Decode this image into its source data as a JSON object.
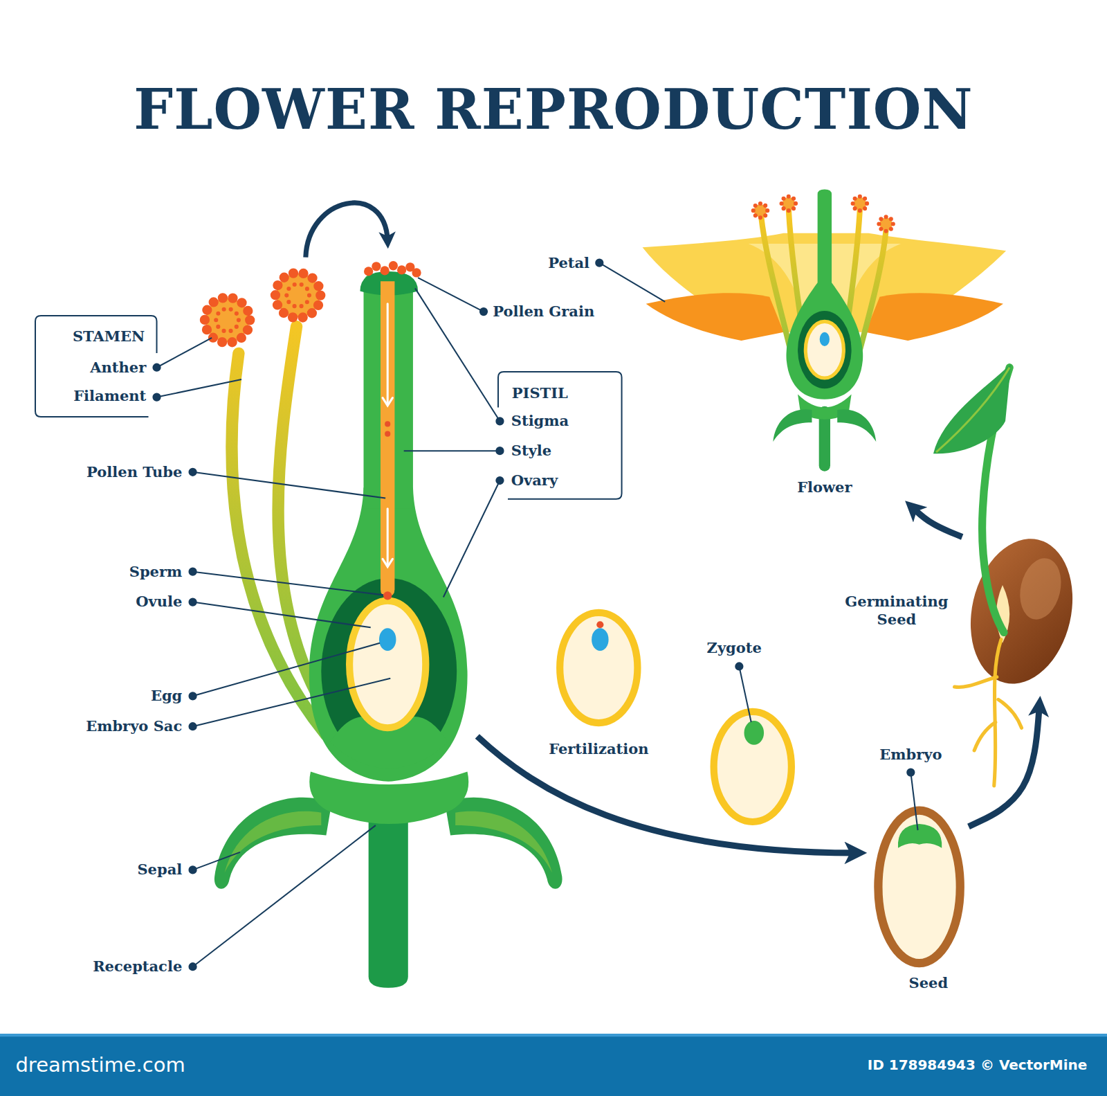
{
  "diagram": {
    "title": "FLOWER REPRODUCTION",
    "nodes": [
      {
        "text": [
          "STAMEN",
          "Anther",
          "Filament"
        ]
      },
      {
        "text": [
          "PISTIL",
          "Stigma",
          "Style",
          "Ovary"
        ]
      },
      {
        "text": [
          "Flower"
        ]
      },
      {
        "text": [
          "Germinating Seed"
        ]
      },
      {
        "text": [
          "Seed"
        ]
      }
    ],
    "edges": [
      {
        "from": 4,
        "to": 3,
        "arrow": "to"
      },
      {
        "from": 3,
        "to": 2,
        "arrow": "to"
      }
    ],
    "labels": [
      "Petal",
      "Pollen Grain",
      "Pollen Tube",
      "Sperm",
      "Ovule",
      "Zygote",
      "Egg",
      "Embryo Sac",
      "Fertilization",
      "Embryo",
      "Sepal",
      "Receptacle",
      "dreamstime.com",
      "ID 178984943 © VectorMine"
    ]
  }
}
